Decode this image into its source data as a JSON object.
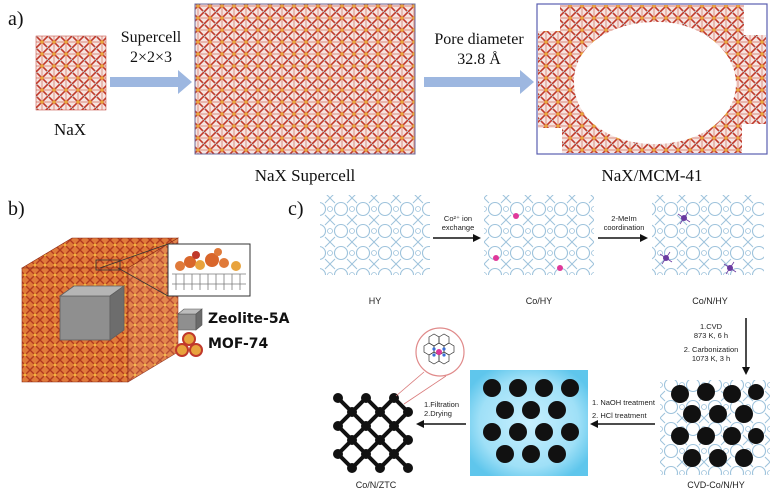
{
  "panels": {
    "a": {
      "label": "a)",
      "nax_caption": "NaX",
      "arrow1_line1": "Supercell",
      "arrow1_line2": "2×2×3",
      "supercell_caption": "NaX Supercell",
      "arrow2_line1": "Pore diameter",
      "arrow2_line2": "32.8 Å",
      "mcm_caption": "NaX/MCM-41"
    },
    "b": {
      "label": "b)",
      "legend_zeolite": "Zeolite-5A",
      "legend_mof": "MOF-74"
    },
    "c": {
      "label": "c)",
      "hy_caption": "HY",
      "step1_line1": "Co²⁺ ion",
      "step1_line2": "exchange",
      "cohy_caption": "Co/HY",
      "step2_line1": "2-MeIm",
      "step2_line2": "coordination",
      "conhy_caption": "Co/N/HY",
      "step3_line1": "1.CVD",
      "step3_line2": "873 K, 6 h",
      "step3_line3": "2. Carbonization",
      "step3_line4": "1073 K, 3 h",
      "cvd_caption": "CVD-Co/N/HY",
      "step4_line1": "1. NaOH treatment",
      "step4_line2": "2. HCl treatment",
      "step5_line1": "1.Filtration",
      "step5_line2": "2.Drying",
      "ztc_caption": "Co/N/ZTC"
    }
  },
  "colors": {
    "zeolite_red": "#c0392b",
    "atom_orange": "#e8a33d",
    "atom_gray": "#b8b8b8",
    "frame_blue": "#5a5fb0",
    "arrow_blue": "#9db7e0",
    "framework_line": "#9ec3dc",
    "co_magenta": "#e0389a",
    "glow_blue": "#7fd3f2"
  }
}
